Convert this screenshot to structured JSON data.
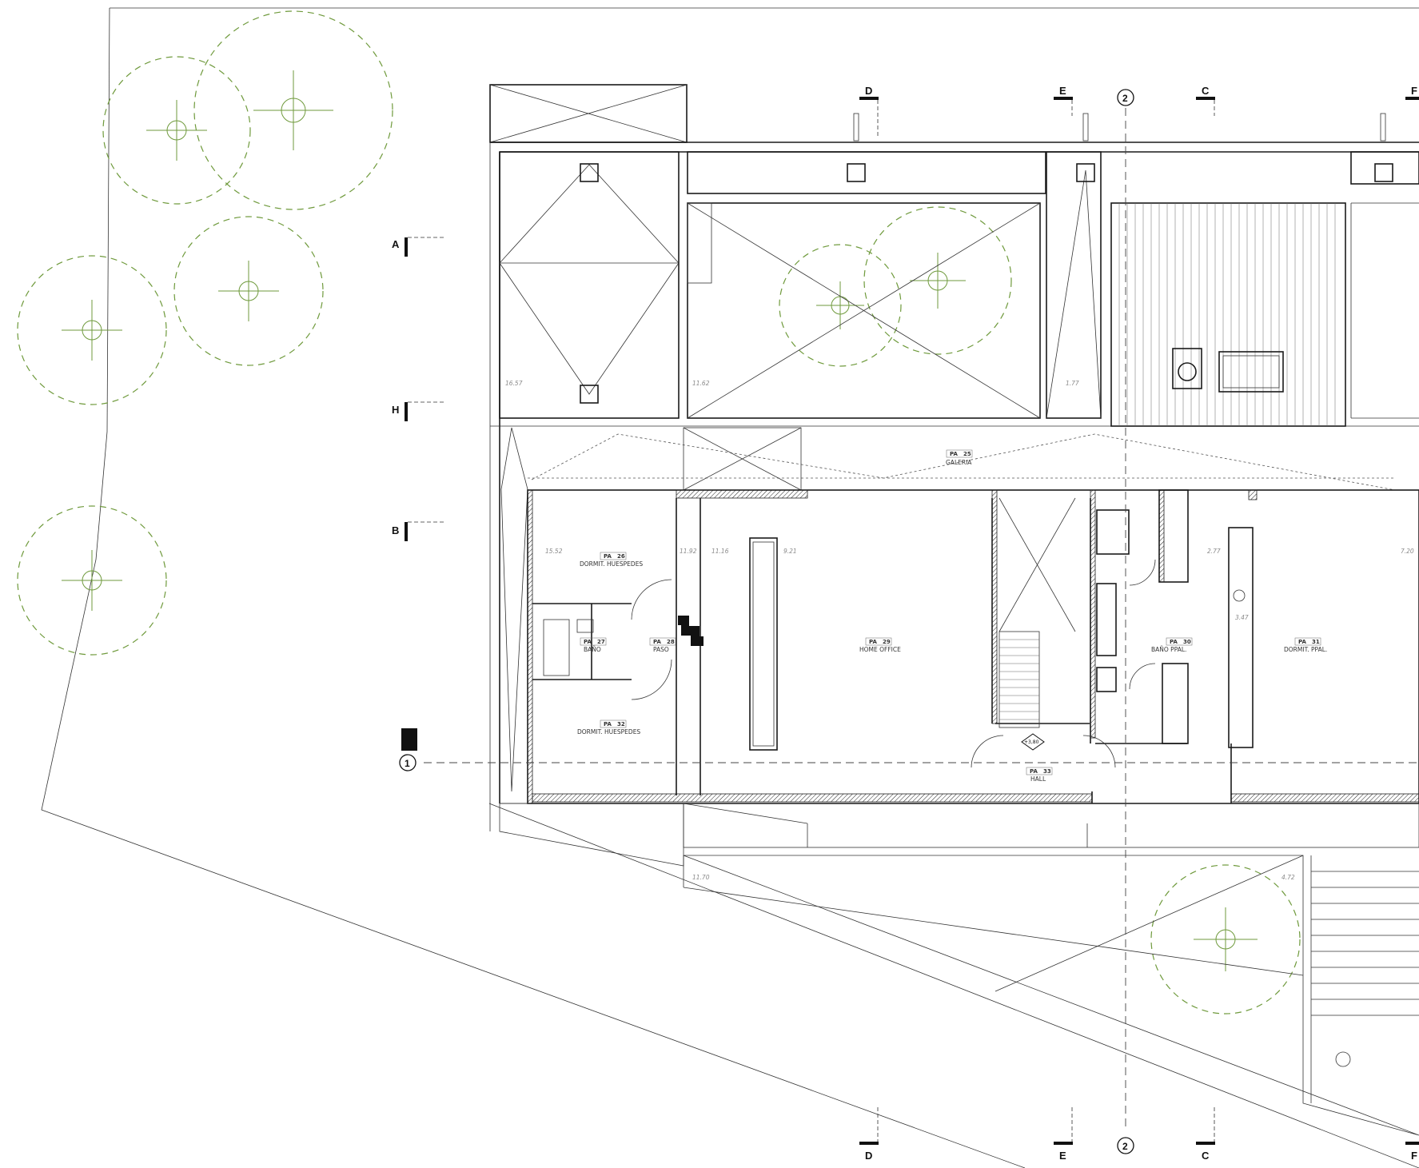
{
  "section_markers": {
    "left": [
      "A",
      "H",
      "B"
    ],
    "top": [
      "D",
      "E",
      "C",
      "F"
    ],
    "bottom": [
      "D",
      "E",
      "C",
      "F"
    ]
  },
  "grid_axes": {
    "axis_1": "1",
    "axis_2": "2"
  },
  "rooms": [
    {
      "tag": "PA",
      "number": "25",
      "name": "GALERIA"
    },
    {
      "tag": "PA",
      "number": "26",
      "name": "DORMIT. HUESPEDES"
    },
    {
      "tag": "PA",
      "number": "27",
      "name": "BAÑO"
    },
    {
      "tag": "PA",
      "number": "28",
      "name": "PASO"
    },
    {
      "tag": "PA",
      "number": "29",
      "name": "HOME OFFICE"
    },
    {
      "tag": "PA",
      "number": "30",
      "name": "BAÑO PPAL."
    },
    {
      "tag": "PA",
      "number": "31",
      "name": "DORMIT. PPAL."
    },
    {
      "tag": "PA",
      "number": "32",
      "name": "DORMIT. HUESPEDES"
    },
    {
      "tag": "PA",
      "number": "33",
      "name": "HALL"
    }
  ],
  "level_mark": "+3,80",
  "elevations": [
    "16.57",
    "11.62",
    "15.52",
    "11.92",
    "11.16",
    "9.21",
    "11.70",
    "4.72",
    "1.77",
    "7.20",
    "3.47",
    "2.77"
  ]
}
